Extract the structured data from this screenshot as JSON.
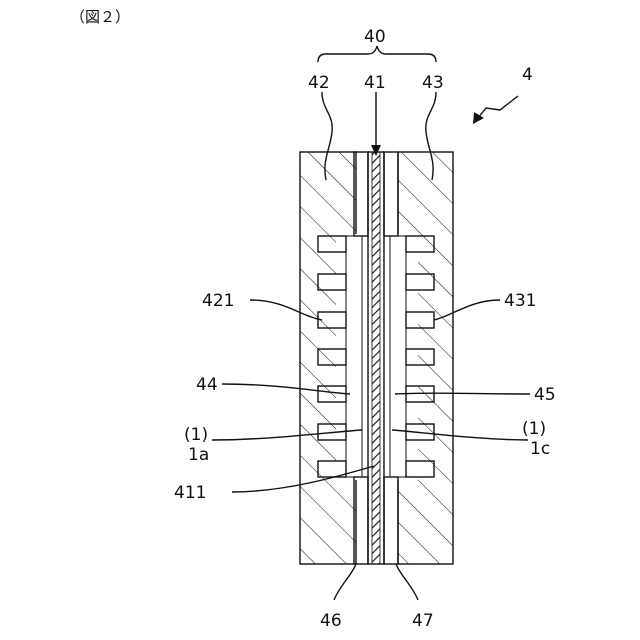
{
  "figure_caption": "（図２）",
  "labels": {
    "assembly": "4",
    "group": "40",
    "center_membrane": "41",
    "left_plate": "42",
    "right_plate": "43",
    "left_grooves": "421",
    "right_grooves": "431",
    "left_layer": "44",
    "right_layer": "45",
    "left_ref": "(1)",
    "left_sub": "1a",
    "right_ref": "(1)",
    "right_sub": "1c",
    "membrane_part": "411",
    "bottom_left": "46",
    "bottom_right": "47"
  }
}
